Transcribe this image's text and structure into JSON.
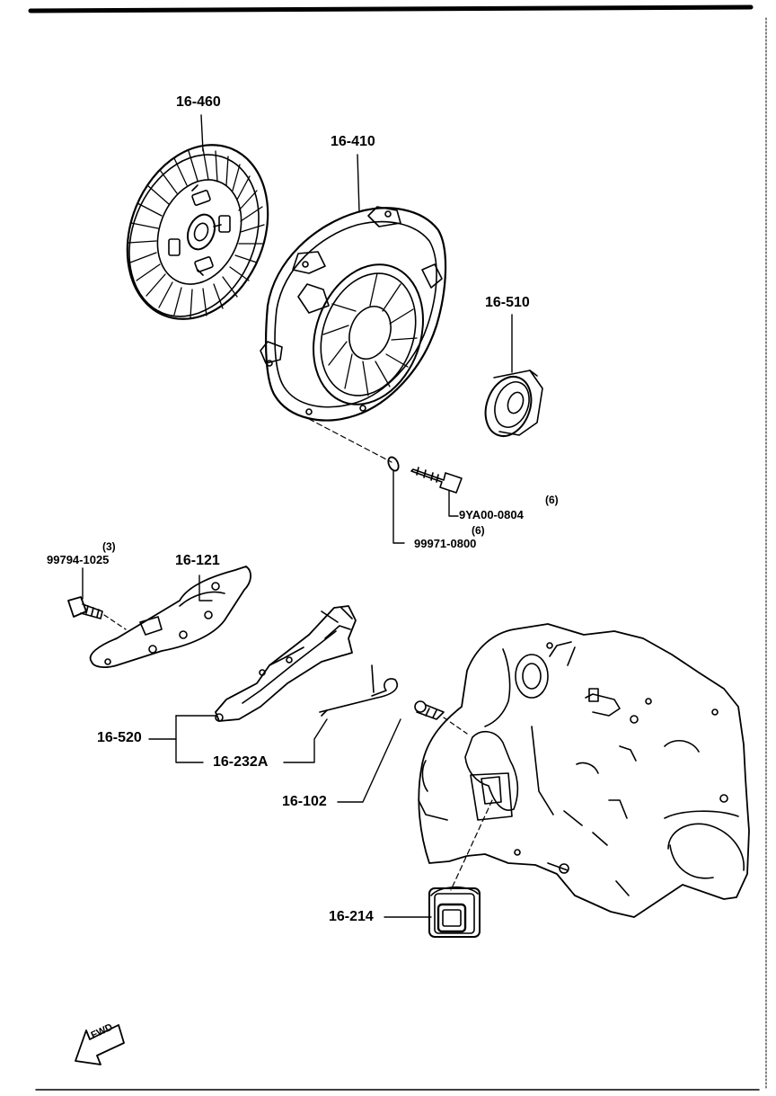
{
  "labels": {
    "clutch_disc": "16-460",
    "clutch_cover": "16-410",
    "release_bearing": "16-510",
    "bolt_a": "9YA00-0804",
    "bolt_a_qty": "(6)",
    "washer": "99971-0800",
    "washer_qty": "(6)",
    "bolt_b": "99794-1025",
    "bolt_b_qty": "(3)",
    "plate": "16-121",
    "release_fork": "16-520",
    "spring": "16-232A",
    "pivot": "16-102",
    "boot": "16-214",
    "fwd": "FWD"
  },
  "colors": {
    "ink": "#000000",
    "paper": "#ffffff"
  }
}
